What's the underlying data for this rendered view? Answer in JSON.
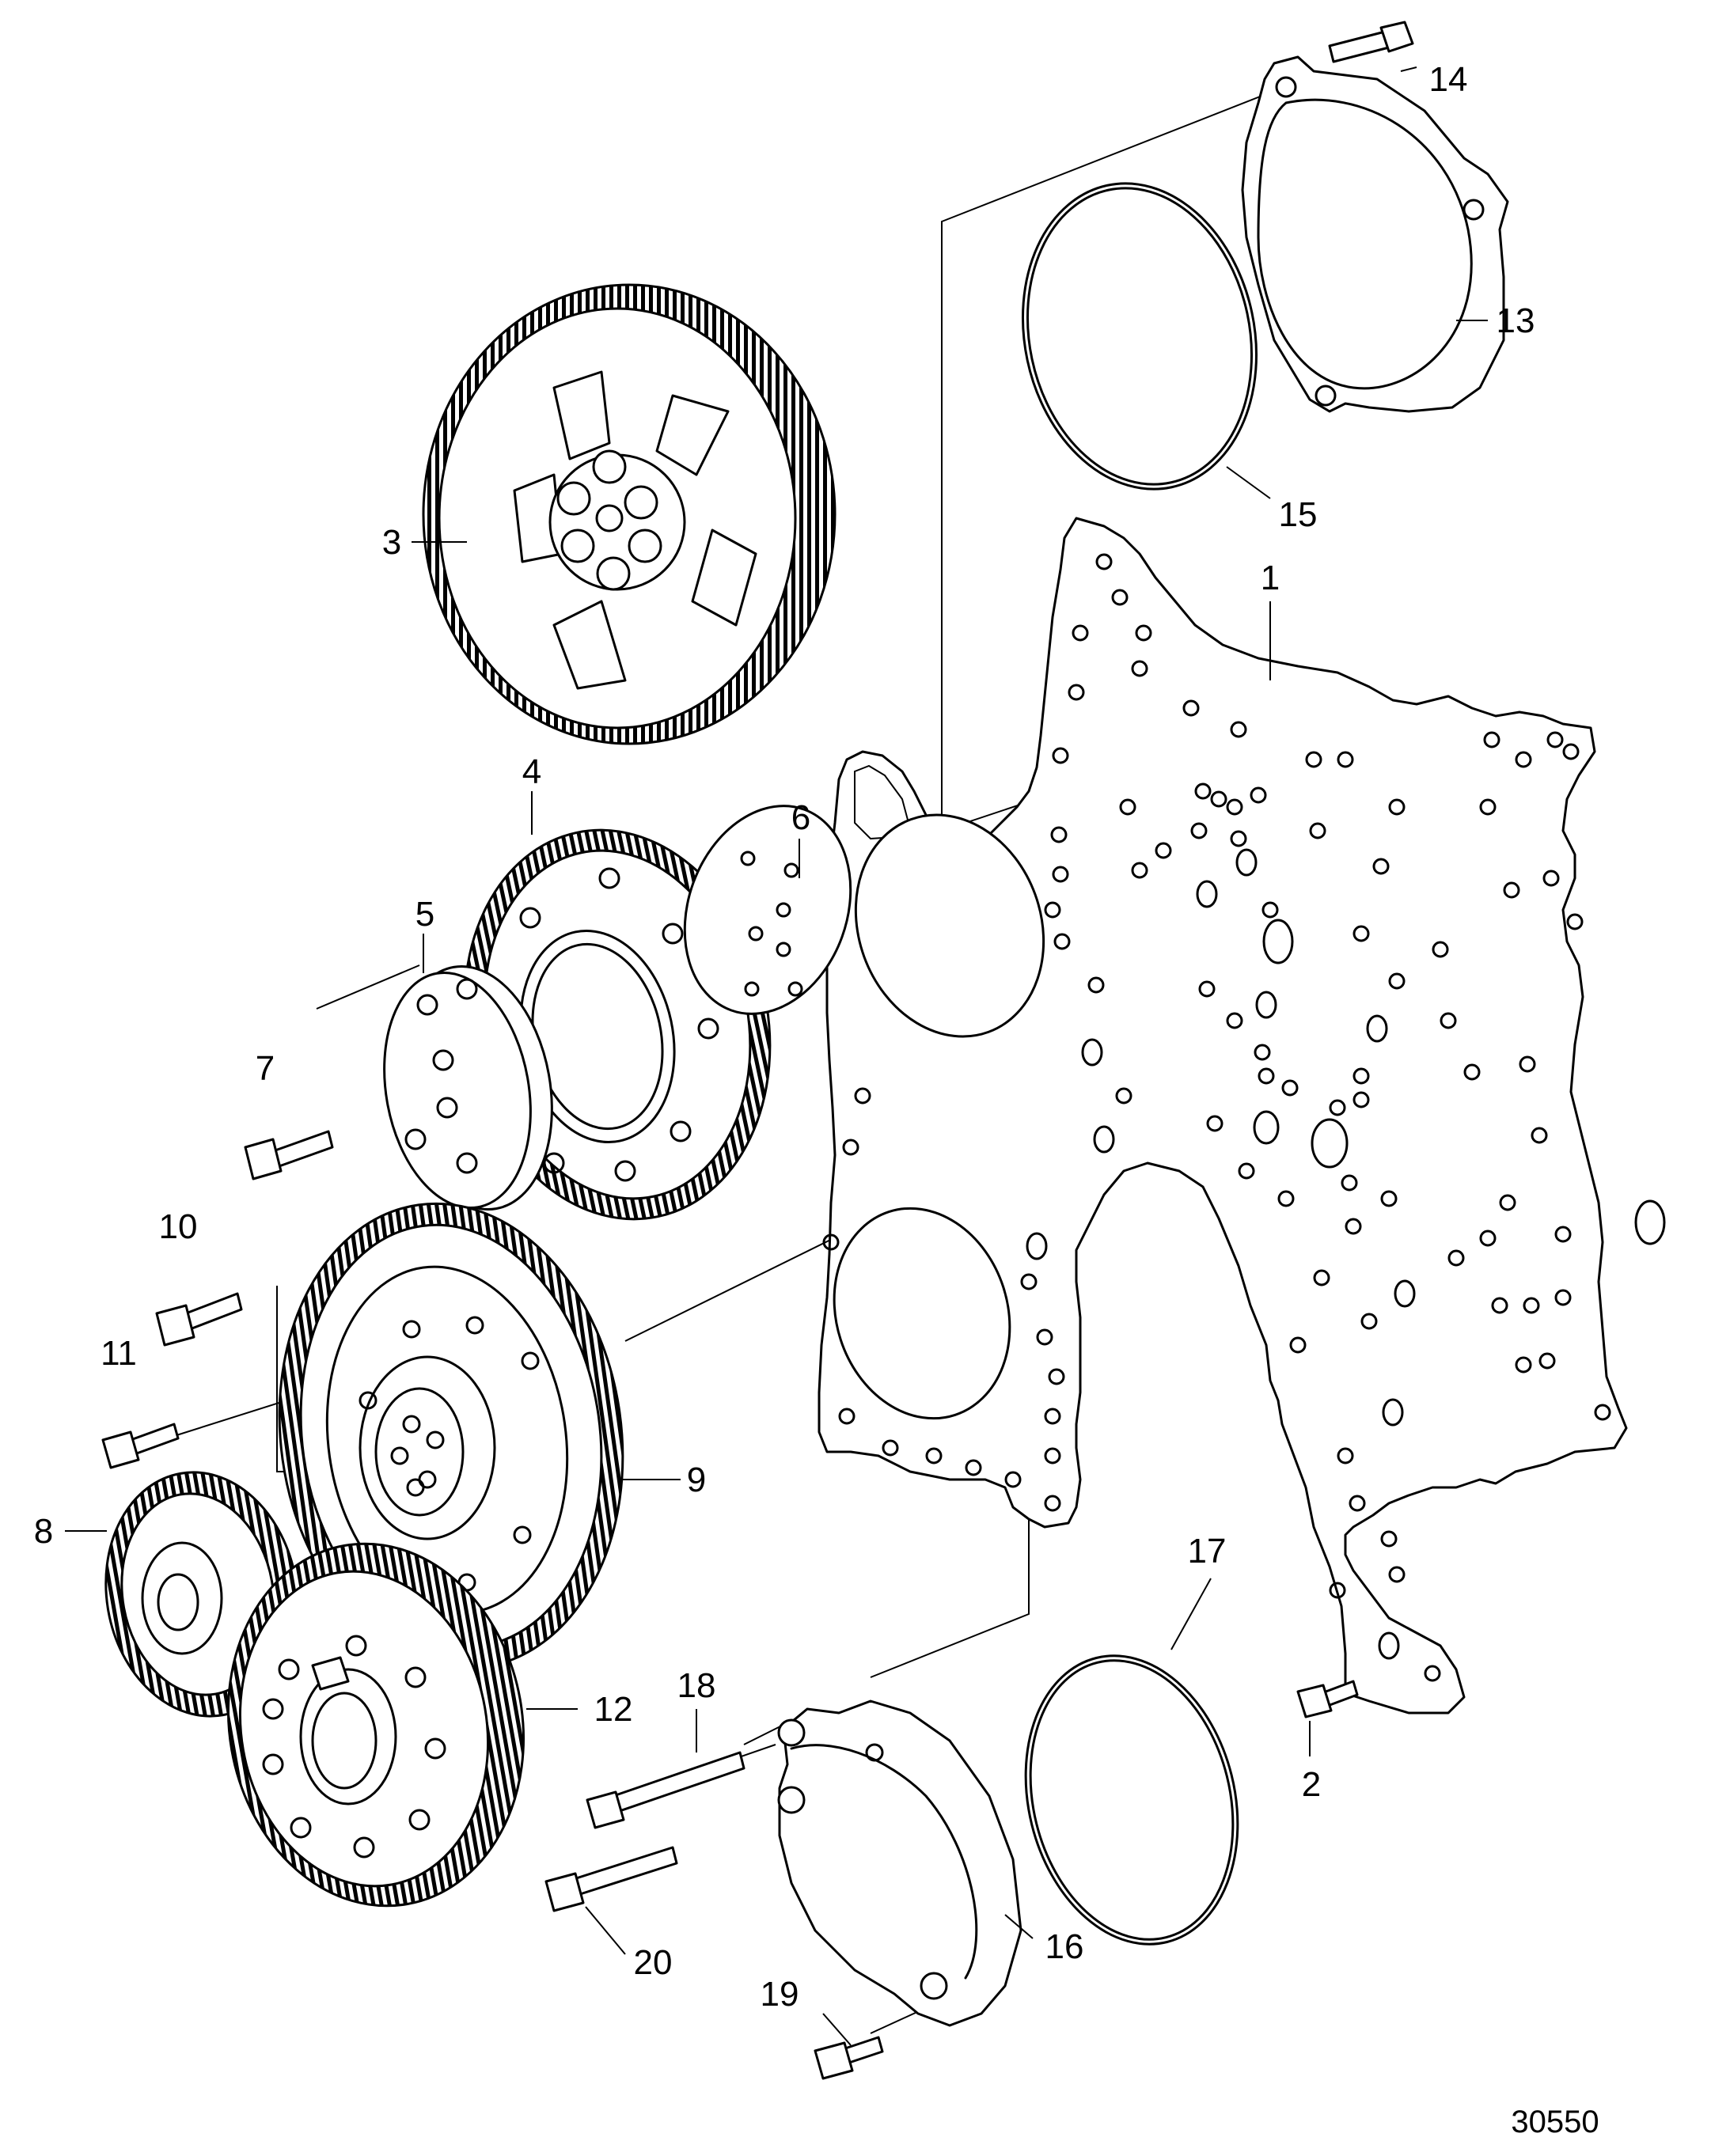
{
  "labels": {
    "p1": "1",
    "p2": "2",
    "p3": "3",
    "p4": "4",
    "p5": "5",
    "p6": "6",
    "p7": "7",
    "p8": "8",
    "p9": "9",
    "p10": "10",
    "p11": "11",
    "p12": "12",
    "p13": "13",
    "p14": "14",
    "p15": "15",
    "p16": "16",
    "p17": "17",
    "p18": "18",
    "p19": "19",
    "p20": "20"
  },
  "figure_number": "30550"
}
